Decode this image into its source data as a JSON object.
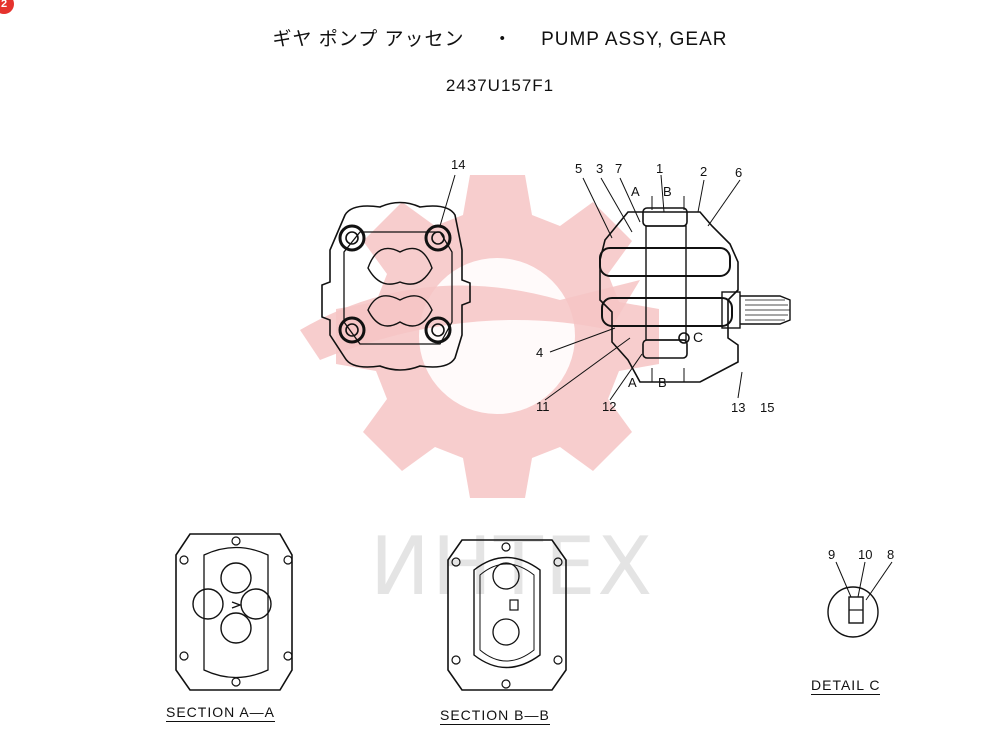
{
  "header": {
    "title_jp": "ギヤ ポンプ アッセン",
    "separator": "・",
    "title_en": "PUMP ASSY, GEAR",
    "part_number": "2437U157F1"
  },
  "page_badge": "2",
  "watermark": {
    "text": "ИНТЕХ",
    "color": "#f4b9b9"
  },
  "callouts": {
    "c1": "1",
    "c2": "2",
    "c3": "3",
    "c4": "4",
    "c5": "5",
    "c6": "6",
    "c7": "7",
    "c8": "8",
    "c9": "9",
    "c10": "10",
    "c11": "11",
    "c12": "12",
    "c13": "13",
    "c14": "14",
    "c15": "15"
  },
  "section_marks": {
    "a_top": "A",
    "b_top": "B",
    "a_bottom": "A",
    "b_bottom": "B",
    "detail_mark": "C"
  },
  "captions": {
    "section_aa": "SECTION A—A",
    "section_bb": "SECTION B—B",
    "detail_c": "DETAIL C"
  }
}
